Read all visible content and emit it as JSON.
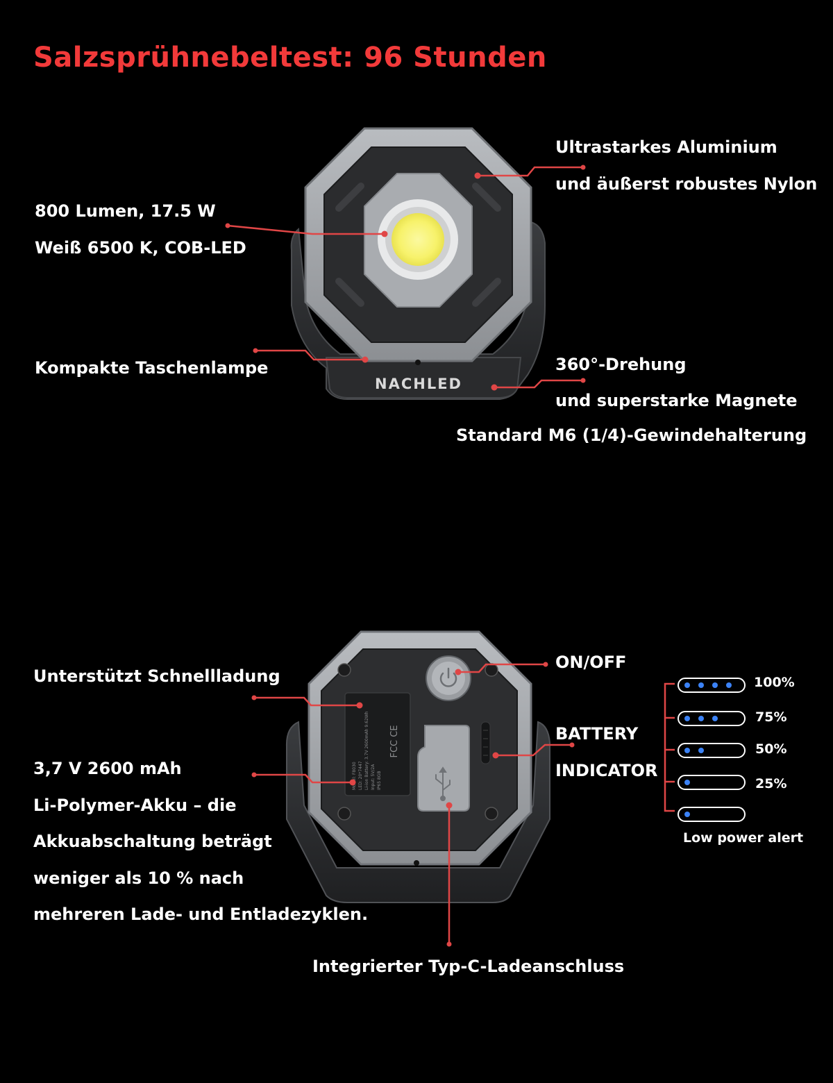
{
  "title": "Salzsprühnebeltest: 96 Stunden",
  "top": {
    "lumen_line1": "800 Lumen, 17.5 W",
    "lumen_line2": "Weiß 6500 K, COB-LED",
    "material_line1": "Ultrastarkes Aluminium",
    "material_line2": "und äußerst robustes Nylon",
    "compact": "Kompakte Taschenlampe",
    "rotate_line1": "360°-Drehung",
    "rotate_line2": "und superstarke Magnete",
    "mount": "Standard M6 (1/4)-Gewindehalterung",
    "brand": "NACHLED"
  },
  "bottom": {
    "fast_charge": "Unterstützt Schnellladung",
    "battery_line1": "3,7 V 2600 mAh",
    "battery_line2": "Li-Polymer-Akku – die",
    "battery_line3": "Akkuabschaltung beträgt",
    "battery_line4": "weniger als 10 % nach",
    "battery_line5": "mehreren Lade- und Entladezyklen.",
    "onoff": "ON/OFF",
    "indicator_line1": "BATTERY",
    "indicator_line2": "INDICATOR",
    "typec": "Integrierter Typ-C-Ladeanschluss",
    "cert": "FCC  CE"
  },
  "battery_levels": [
    {
      "label": "100%",
      "dots": 4
    },
    {
      "label": "75%",
      "dots": 3
    },
    {
      "label": "50%",
      "dots": 2
    },
    {
      "label": "25%",
      "dots": 1
    },
    {
      "label": "",
      "dots": 1
    }
  ],
  "low_power": "Low power alert",
  "colors": {
    "accent": "#f23a3a",
    "leader": "#e04646",
    "dot": "#3b82f6",
    "led": "#f7f26b"
  },
  "icons": [
    "power-icon",
    "usb-icon"
  ]
}
